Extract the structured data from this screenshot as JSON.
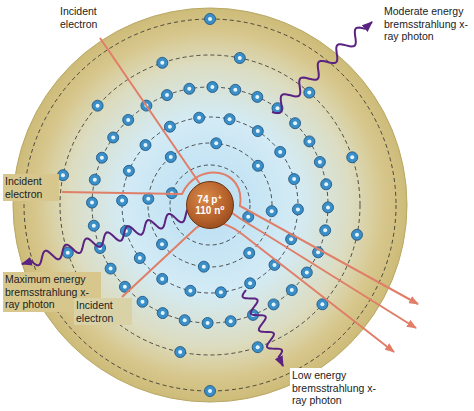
{
  "diagram": {
    "nodes": [
      {
        "text": [
          "74 p⁺",
          "110 n⁰"
        ]
      }
    ],
    "labels": [
      "Incident electron",
      "Moderate energy bremsstrahlung x-ray photon",
      "Incident electron",
      "Maximum energy bremsstrahlung x-ray photon",
      "Incident electron",
      "Low energy bremsstrahlung x-ray photon"
    ]
  }
}
